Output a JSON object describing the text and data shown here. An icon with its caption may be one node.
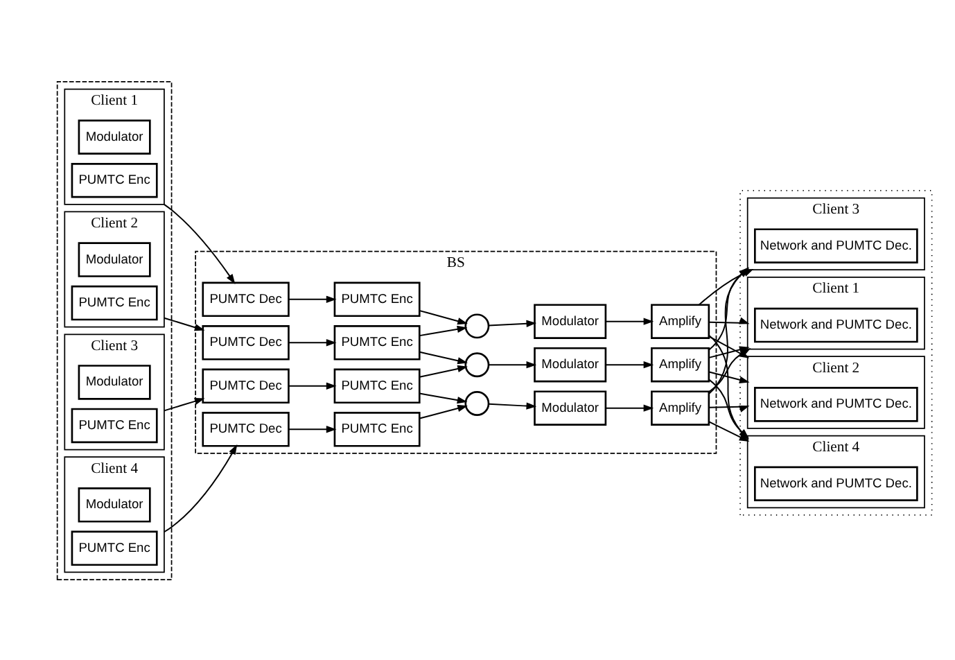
{
  "diagram": {
    "nodes": [
      {
        "text": [],
        "shape": "box"
      },
      {
        "text": [
          "Client 1"
        ],
        "in": 0
      },
      {
        "text": [
          "PUMTC Enc"
        ],
        "in": 1
      },
      {
        "text": [
          "Modulator"
        ],
        "in": 1
      },
      {
        "text": [
          "Client 2"
        ],
        "in": 0
      },
      {
        "text": [
          "PUMTC Enc"
        ],
        "in": 4
      },
      {
        "text": [
          "Modulator"
        ],
        "in": 4
      },
      {
        "text": [
          "Client 3"
        ],
        "in": 0
      },
      {
        "text": [
          "PUMTC Enc"
        ],
        "in": 7
      },
      {
        "text": [
          "Modulator"
        ],
        "in": 7
      },
      {
        "text": [
          "Client 4"
        ],
        "in": 0
      },
      {
        "text": [
          "PUMTC Enc"
        ],
        "in": 10
      },
      {
        "text": [
          "Modulator"
        ],
        "in": 10
      },
      {
        "text": [
          "BS"
        ]
      },
      {
        "text": [
          "PUMTC Dec"
        ],
        "in": 13
      },
      {
        "text": [
          "PUMTC Dec"
        ],
        "in": 13
      },
      {
        "text": [
          "PUMTC Dec"
        ],
        "in": 13
      },
      {
        "text": [
          "PUMTC Dec"
        ],
        "in": 13
      },
      {
        "text": [
          "PUMTC Enc"
        ],
        "in": 13
      },
      {
        "text": [
          "PUMTC Enc"
        ],
        "in": 13
      },
      {
        "text": [
          "PUMTC Enc"
        ],
        "in": 13
      },
      {
        "text": [
          "PUMTC Enc"
        ],
        "in": 13
      },
      {
        "text": [],
        "shape": "circle",
        "in": 13
      },
      {
        "text": [],
        "shape": "circle",
        "in": 13
      },
      {
        "text": [],
        "shape": "circle",
        "in": 13
      },
      {
        "text": [
          "Modulator"
        ],
        "in": 13
      },
      {
        "text": [
          "Modulator"
        ],
        "in": 13
      },
      {
        "text": [
          "Modulator"
        ],
        "in": 13
      },
      {
        "text": [
          "Amplify"
        ],
        "in": 13
      },
      {
        "text": [
          "Amplify"
        ],
        "in": 13
      },
      {
        "text": [
          "Amplify"
        ],
        "in": 13
      },
      {
        "text": [],
        "shape": "box"
      },
      {
        "text": [
          "Client 1"
        ],
        "in": 31
      },
      {
        "text": [
          "Network and PUMTC Dec."
        ],
        "in": 32
      },
      {
        "text": [
          "Client 2"
        ],
        "in": 31
      },
      {
        "text": [
          "Network and PUMTC Dec."
        ],
        "in": 34
      },
      {
        "text": [
          "Client 3"
        ],
        "in": 31
      },
      {
        "text": [
          "Network and PUMTC Dec."
        ],
        "in": 36
      },
      {
        "text": [
          "Client 4"
        ],
        "in": 31
      },
      {
        "text": [
          "Network and PUMTC Dec."
        ],
        "in": 38
      }
    ],
    "edges": [
      {
        "from": 1,
        "to": 14,
        "arrow": "to"
      },
      {
        "from": 4,
        "to": 15,
        "arrow": "to"
      },
      {
        "from": 7,
        "to": 16,
        "arrow": "to"
      },
      {
        "from": 10,
        "to": 17,
        "arrow": "to"
      },
      {
        "from": 14,
        "to": 18,
        "arrow": "to"
      },
      {
        "from": 15,
        "to": 19,
        "arrow": "to"
      },
      {
        "from": 16,
        "to": 20,
        "arrow": "to"
      },
      {
        "from": 17,
        "to": 21,
        "arrow": "to"
      },
      {
        "from": 18,
        "to": 22,
        "arrow": "to"
      },
      {
        "from": 19,
        "to": 22,
        "arrow": "to"
      },
      {
        "from": 19,
        "to": 23,
        "arrow": "to"
      },
      {
        "from": 20,
        "to": 23,
        "arrow": "to"
      },
      {
        "from": 20,
        "to": 24,
        "arrow": "to"
      },
      {
        "from": 21,
        "to": 24,
        "arrow": "to"
      },
      {
        "from": 22,
        "to": 25,
        "arrow": "to"
      },
      {
        "from": 23,
        "to": 26,
        "arrow": "to"
      },
      {
        "from": 24,
        "to": 27,
        "arrow": "to"
      },
      {
        "from": 25,
        "to": 28,
        "arrow": "to"
      },
      {
        "from": 26,
        "to": 29,
        "arrow": "to"
      },
      {
        "from": 27,
        "to": 30,
        "arrow": "to"
      },
      {
        "from": 28,
        "to": 32,
        "arrow": "to"
      },
      {
        "from": 28,
        "to": 34,
        "arrow": "to"
      },
      {
        "from": 28,
        "to": 36,
        "arrow": "to"
      },
      {
        "from": 28,
        "to": 38,
        "arrow": "to"
      },
      {
        "from": 29,
        "to": 32,
        "arrow": "to"
      },
      {
        "from": 29,
        "to": 34,
        "arrow": "to"
      },
      {
        "from": 29,
        "to": 36,
        "arrow": "to"
      },
      {
        "from": 29,
        "to": 38,
        "arrow": "to"
      },
      {
        "from": 30,
        "to": 32,
        "arrow": "to"
      },
      {
        "from": 30,
        "to": 34,
        "arrow": "to"
      },
      {
        "from": 30,
        "to": 36,
        "arrow": "to"
      },
      {
        "from": 30,
        "to": 38,
        "arrow": "to"
      }
    ]
  }
}
